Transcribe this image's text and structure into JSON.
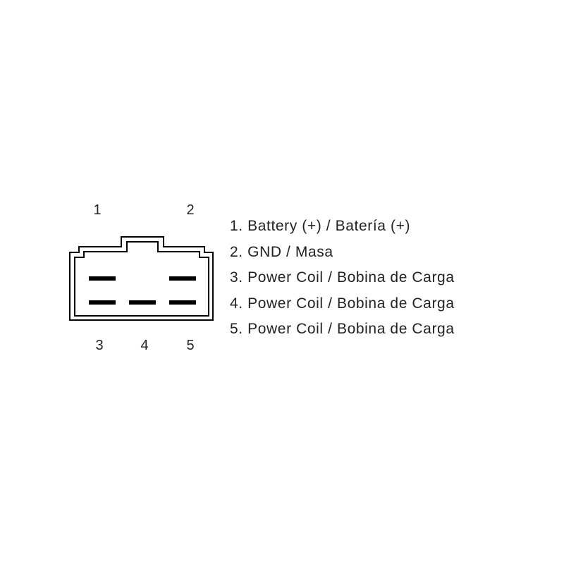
{
  "connector": {
    "top_pin_labels": [
      "1",
      "2"
    ],
    "bottom_pin_labels": [
      "3",
      "4",
      "5"
    ],
    "line_color": "#000000"
  },
  "legend": {
    "items": [
      "1. Battery (+) / Batería (+)",
      "2. GND / Masa",
      "3. Power Coil / Bobina de Carga",
      "4. Power Coil / Bobina de Carga",
      "5. Power Coil / Bobina de Carga"
    ]
  }
}
